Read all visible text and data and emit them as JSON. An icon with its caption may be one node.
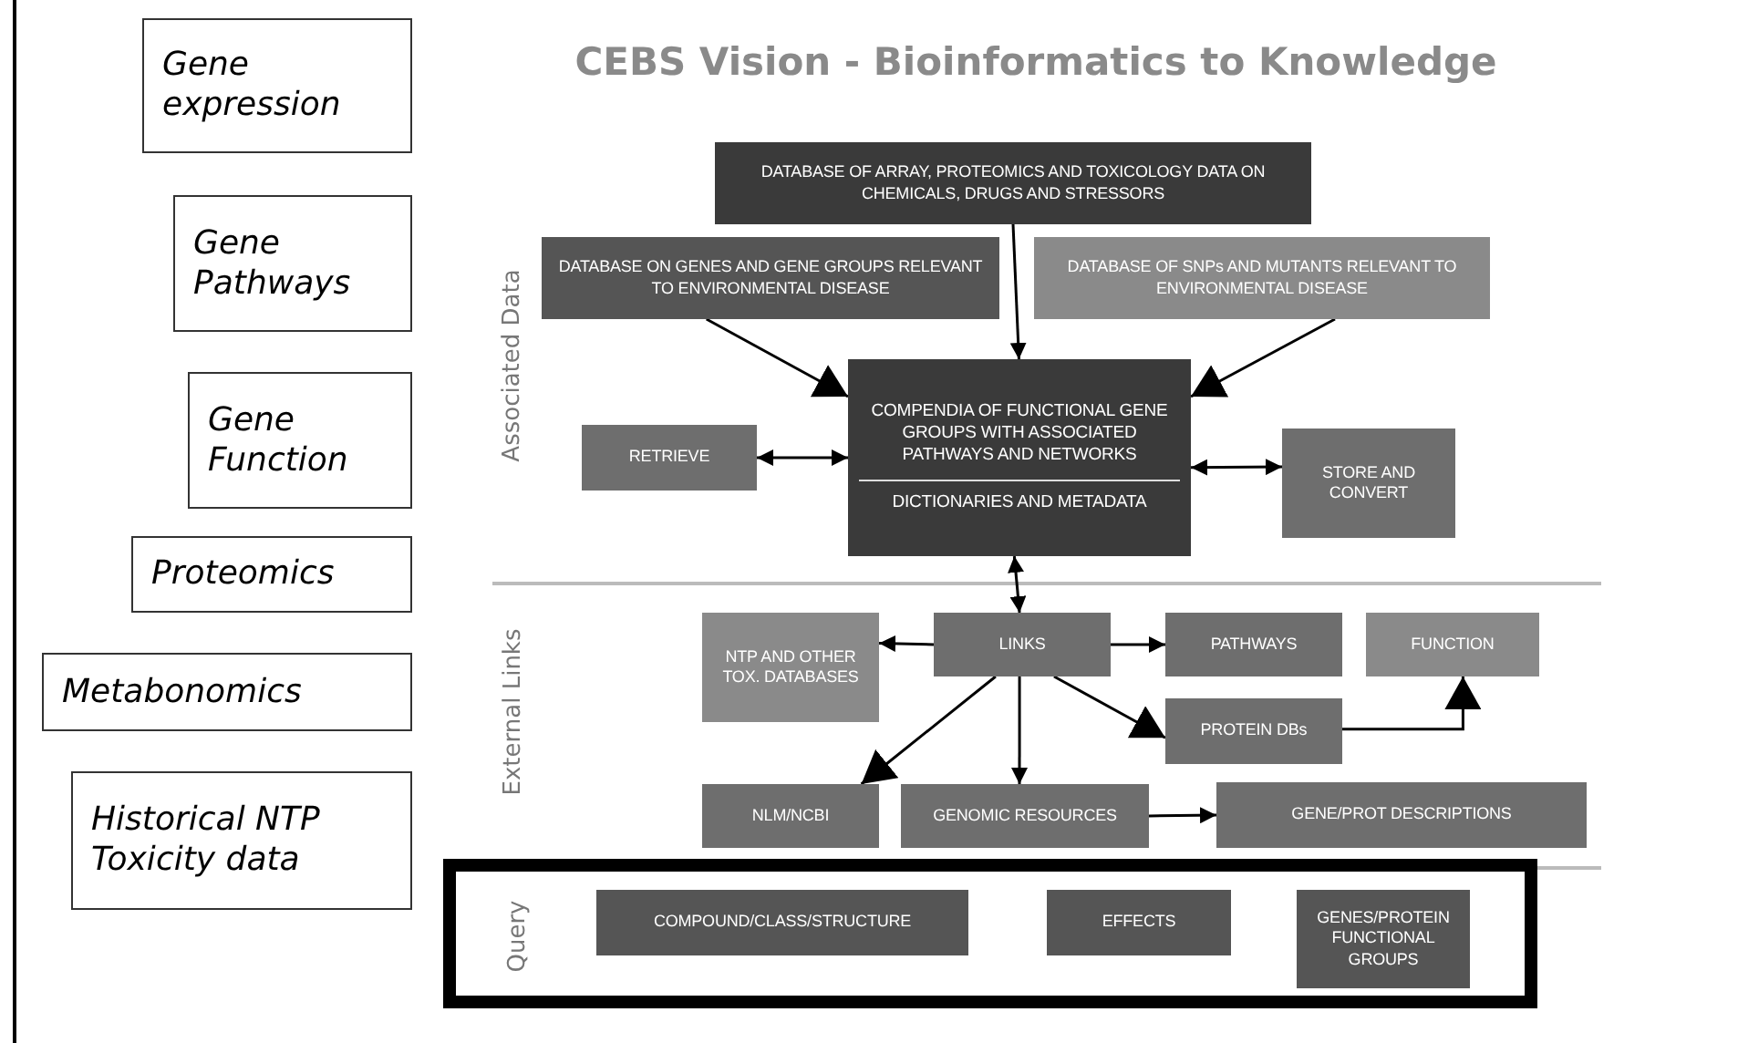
{
  "diagram": {
    "title": "CEBS Vision - Bioinformatics to Knowledge",
    "nodes": [
      {
        "text": [
          "Gene expression"
        ]
      },
      {
        "text": [
          "Gene Pathways"
        ]
      },
      {
        "text": [
          "Gene Function"
        ]
      },
      {
        "text": [
          "Proteomics"
        ]
      },
      {
        "text": [
          "Metabonomics"
        ]
      },
      {
        "text": [
          "Historical NTP Toxicity data"
        ]
      },
      {
        "text": [
          "DATABASE OF ARRAY, PROTEOMICS AND TOXICOLOGY DATA ON CHEMICALS, DRUGS AND STRESSORS"
        ]
      },
      {
        "text": [
          "DATABASE ON GENES AND GENE GROUPS RELEVANT TO ENVIRONMENTAL DISEASE"
        ]
      },
      {
        "text": [
          "DATABASE OF SNPs AND MUTANTS RELEVANT TO ENVIRONMENTAL DISEASE"
        ]
      },
      {
        "text": [
          "COMPENDIA OF FUNCTIONAL GENE GROUPS WITH ASSOCIATED PATHWAYS AND NETWORKS",
          "DICTIONARIES AND METADATA"
        ]
      },
      {
        "text": [
          "RETRIEVE"
        ]
      },
      {
        "text": [
          "STORE AND CONVERT"
        ]
      },
      {
        "text": [
          "LINKS"
        ]
      },
      {
        "text": [
          "NTP AND OTHER TOX. DATABASES"
        ]
      },
      {
        "text": [
          "PATHWAYS"
        ]
      },
      {
        "text": [
          "FUNCTION"
        ]
      },
      {
        "text": [
          "PROTEIN DBs"
        ]
      },
      {
        "text": [
          "NLM/NCBI"
        ]
      },
      {
        "text": [
          "GENOMIC RESOURCES"
        ]
      },
      {
        "text": [
          "GENE/PROT DESCRIPTIONS"
        ]
      },
      {
        "text": [
          "Query"
        ]
      },
      {
        "text": [
          "COMPOUND/CLASS/STRUCTURE"
        ],
        "in": 20
      },
      {
        "text": [
          "EFFECTS"
        ],
        "in": 20
      },
      {
        "text": [
          "GENES/PROTEIN FUNCTIONAL GROUPS"
        ],
        "in": 20
      }
    ],
    "edges": [
      {
        "from": 6,
        "to": 9,
        "arrow": "to"
      },
      {
        "from": 7,
        "to": 9,
        "arrow": "to"
      },
      {
        "from": 8,
        "to": 9,
        "arrow": "to"
      },
      {
        "from": 10,
        "to": 9,
        "arrow": "both"
      },
      {
        "from": 9,
        "to": 11,
        "arrow": "both"
      },
      {
        "from": 9,
        "to": 12,
        "arrow": "both"
      },
      {
        "from": 12,
        "to": 13,
        "arrow": "to"
      },
      {
        "from": 12,
        "to": 14,
        "arrow": "to"
      },
      {
        "from": 12,
        "to": 16,
        "arrow": "to"
      },
      {
        "from": 12,
        "to": 17,
        "arrow": "to"
      },
      {
        "from": 12,
        "to": 18,
        "arrow": "to"
      },
      {
        "from": 18,
        "to": 19,
        "arrow": "to"
      },
      {
        "from": 16,
        "to": 15,
        "arrow": "to"
      }
    ],
    "labels": [
      "Associated Data",
      "External Links"
    ]
  }
}
